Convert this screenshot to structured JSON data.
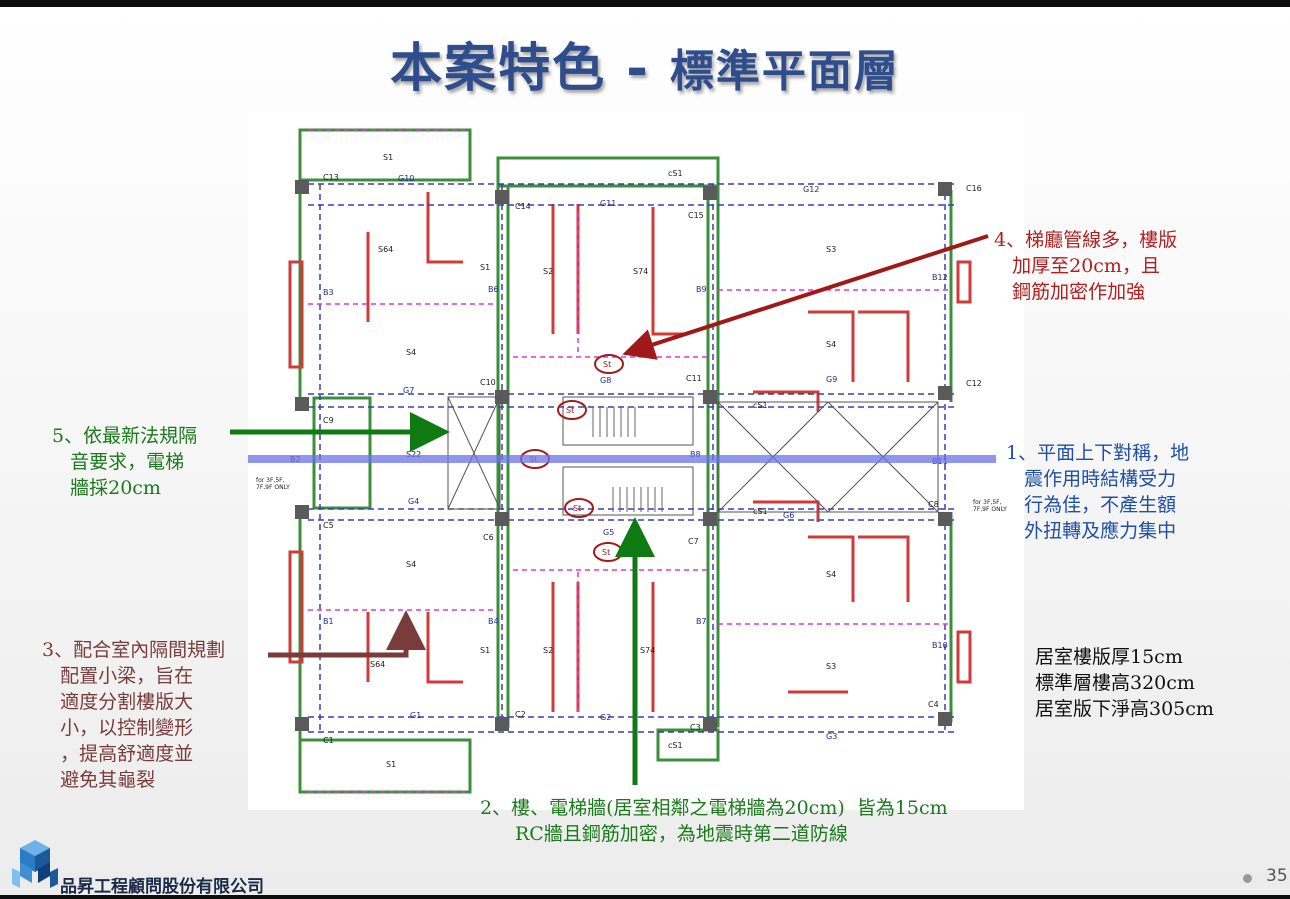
{
  "slide": {
    "title_main": "本案特色 - ",
    "title_sub": "標準平面層",
    "page_number": "35"
  },
  "company": {
    "name": "品昇工程顧問股份有限公司"
  },
  "notes": {
    "note1": "1、平面上下對稱，地\n   震作用時結構受力\n   行為佳，不產生額\n   外扭轉及應力集中",
    "note2_line1": "2、樓、電梯牆(居室相鄰之電梯牆為20cm)  皆為15cm",
    "note2_line2": "RC牆且鋼筋加密，為地震時第二道防線",
    "note3": "3、配合室內隔間規劃\n   配置小梁，旨在\n   適度分割樓版大\n   小，以控制變形\n   ，提高舒適度並\n   避免其龜裂",
    "note4": "4、梯廳管線多，樓版\n   加厚至20cm，且\n   鋼筋加密作加強",
    "note5": "5、依最新法規隔\n   音要求，電梯\n   牆採20cm",
    "specs": "居室樓版厚15cm\n標準層樓高320cm\n居室版下淨高305cm"
  },
  "plan_labels": {
    "columns": [
      "C13",
      "C14",
      "C15",
      "C16",
      "C10",
      "C11",
      "C12",
      "C9",
      "C8",
      "C5",
      "C6",
      "C7",
      "C2",
      "C3",
      "C4",
      "C1"
    ],
    "beams": [
      "G10",
      "G11",
      "G12",
      "G7",
      "G8",
      "G9",
      "G4",
      "G5",
      "G6",
      "G1",
      "G2",
      "G3",
      "B3",
      "B6",
      "B9",
      "B12",
      "B2",
      "B8",
      "B11",
      "B1",
      "B4",
      "B7",
      "B10"
    ],
    "slabs": [
      "S1",
      "S64",
      "S1",
      "S2",
      "S74",
      "S3",
      "S4",
      "S4",
      "S22",
      "cS1",
      "cS1",
      "cS1",
      "S4",
      "S4",
      "S64",
      "S1",
      "S2",
      "S74",
      "S3",
      "S1",
      "cS1"
    ],
    "slab_marks": [
      "St",
      "St",
      "St",
      "St",
      "St"
    ],
    "notes_small": [
      "for 3F,5F,\n7F,9F ONLY",
      "for 3F,5F,\n7F,9F ONLY"
    ]
  },
  "colors": {
    "title": "#2f4c8c",
    "green_arrow": "#0f7a12",
    "red_arrow": "#a11818",
    "blue_axis": "#6c74e8",
    "brown_arrow": "#7a3b3b"
  }
}
